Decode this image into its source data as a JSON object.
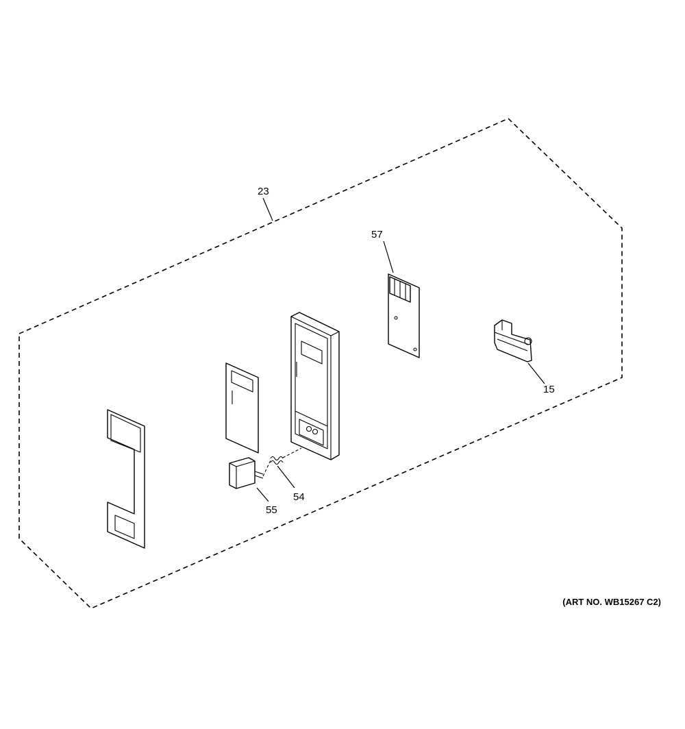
{
  "diagram": {
    "callouts": {
      "p23": "23",
      "p57": "57",
      "p15": "15",
      "p54": "54",
      "p55": "55"
    },
    "art_number": "(ART NO. WB15267 C2)"
  }
}
